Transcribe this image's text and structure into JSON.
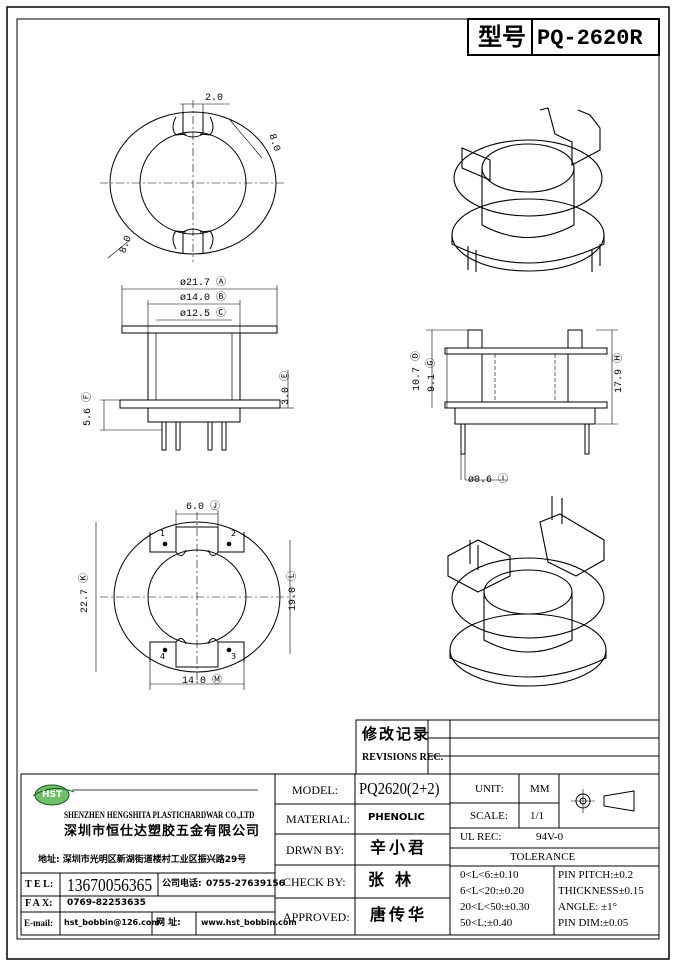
{
  "title": {
    "type_label": "型号",
    "model": "PQ-2620R"
  },
  "revisions": {
    "title_cn": "修改记录",
    "title_en": "REVISIONS REC."
  },
  "company": {
    "logo_text": "HST",
    "name_en": "SHENZHEN HENGSHITA PLASTICHARDWAR CO.,LTD",
    "name_cn": "深圳市恒仕达塑胶五金有限公司",
    "address": "地址: 深圳市光明区新湖街道楼村工业区振兴路29号",
    "tel_label": "T E L:",
    "tel_value": "13670056365",
    "company_phone_label": "公司电话:",
    "company_phone_value": "0755-27639156",
    "fax_label": "F A X:",
    "fax_value": "0769-82253635",
    "email_label": "E-mail:",
    "email_value": "hst_bobbin@126.com",
    "web_label": "网 址:",
    "web_value": "www.hst_bobbin.com"
  },
  "spec": {
    "model_label": "MODEL:",
    "model_value": "PQ2620(2+2)",
    "material_label": "MATERIAL:",
    "material_value": "PHENOLIC",
    "drawn_label": "DRWN BY:",
    "drawn_value": "辛小君",
    "check_label": "CHECK BY:",
    "check_value": "张  林",
    "approved_label": "APPROVED:",
    "approved_value": "唐传华",
    "unit_label": "UNIT:",
    "unit_value": "MM",
    "scale_label": "SCALE:",
    "scale_value": "1/1",
    "ul_label": "UL REC:",
    "ul_value": "94V-0",
    "tolerance_label": "TOLERANCE",
    "tol_1": "0<L<6:±0.10",
    "tol_2": "6<L<20:±0.20",
    "tol_3": "20<L<50:±0.30",
    "tol_4": "50<L:±0.40",
    "pin_pitch": "PIN PITCH:±0.2",
    "thickness": "THICKNESS±0.15",
    "angle": "ANGLE: ±1°",
    "pin_dim": "PIN DIM:±0.05"
  },
  "dims": {
    "top_slot": "2.0",
    "top_right": "8.0",
    "top_left": "8.0",
    "d_a": "ø21.7 Ⓐ",
    "d_b": "ø14.0 Ⓑ",
    "d_c": "ø12.5 Ⓒ",
    "d_f": "5.6 Ⓕ",
    "d_e": "3.0 Ⓔ",
    "s_d": "10.7 Ⓓ",
    "s_g": "9.1 Ⓖ",
    "s_h": "17.9 Ⓗ",
    "s_i": "ø0.6 Ⓘ",
    "b_j": "6.0 Ⓙ",
    "b_k": "22.7 Ⓚ",
    "b_l": "19.0 Ⓛ",
    "b_m": "14.0 Ⓜ",
    "pin_1": "1",
    "pin_2": "2",
    "pin_3": "3",
    "pin_4": "4"
  }
}
